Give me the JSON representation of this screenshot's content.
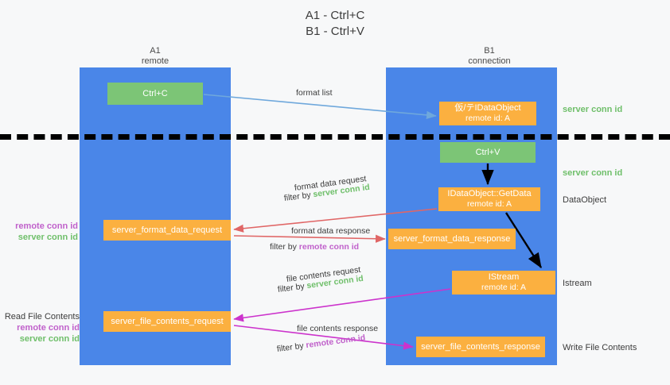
{
  "title": {
    "line1": "A1 - Ctrl+C",
    "line2": "B1 - Ctrl+V"
  },
  "lanes": {
    "a1": {
      "name": "A1",
      "role": "remote"
    },
    "b1": {
      "name": "B1",
      "role": "connection"
    }
  },
  "boxes": {
    "ctrl_c": {
      "label": "Ctrl+C",
      "color": "#7cc576"
    },
    "idataobject": {
      "line1": "仮/テIDataObject",
      "line2": "remote id: A",
      "color": "#fbb040"
    },
    "ctrl_v": {
      "label": "Ctrl+V",
      "color": "#7cc576"
    },
    "getdata": {
      "line1": "IDataObject::GetData",
      "line2": "remote id: A",
      "color": "#fbb040"
    },
    "server_format_data_request": {
      "label": "server_format_data_request",
      "color": "#fbb040"
    },
    "server_format_data_response": {
      "label": "server_format_data_response",
      "color": "#fbb040"
    },
    "istream": {
      "line1": "IStream",
      "line2": "remote id: A",
      "color": "#fbb040"
    },
    "server_file_contents_request": {
      "label": "server_file_contents_request",
      "color": "#fbb040"
    },
    "server_file_contents_response": {
      "label": "server_file_contents_response",
      "color": "#fbb040"
    }
  },
  "edge_labels": {
    "format_list": "format list",
    "format_data_request": "format data request",
    "format_data_request_filter_prefix": "filter by ",
    "format_data_request_filter_value": "server conn id",
    "format_data_response": "format data response",
    "format_data_response_filter_prefix": "filter by ",
    "format_data_response_filter_value": "remote conn id",
    "file_contents_request": "file contents request",
    "file_contents_request_filter_prefix": "filter by ",
    "file_contents_request_filter_value": "server conn id",
    "file_contents_response": "file contents response",
    "file_contents_response_filter_prefix": "filter by ",
    "file_contents_response_filter_value": "remote conn id"
  },
  "side_labels": {
    "server_conn_id_top": "server conn id",
    "server_conn_id_mid": "server conn id",
    "dataobject": "DataObject",
    "istream": "Istream",
    "write_file_contents": "Write File Contents",
    "read_file_contents": "Read File Contents",
    "remote_conn_id_a": "remote conn id",
    "server_conn_id_a": "server conn id",
    "remote_conn_id_b": "remote conn id",
    "server_conn_id_b": "server conn id"
  },
  "colors": {
    "lane": "#4a86e8",
    "green_box": "#7cc576",
    "orange_box": "#fbb040",
    "green_text": "#6fbf6a",
    "magenta_text": "#c061cb",
    "arrow_blue": "#6fa8dc",
    "arrow_red": "#e06666",
    "arrow_magenta": "#cc33cc",
    "arrow_black": "#000000",
    "divider": "#000000",
    "background": "#f7f8f9"
  }
}
